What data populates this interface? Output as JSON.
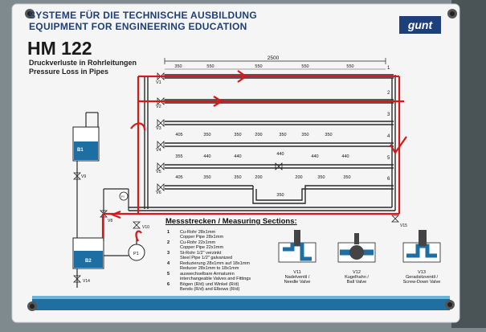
{
  "header": {
    "line1": "SYSTEME FÜR DIE TECHNISCHE AUSBILDUNG",
    "line2": "EQUIPMENT FOR ENGINEERING EDUCATION",
    "logo": "gunt"
  },
  "title": {
    "model": "HM 122",
    "subtitle_de": "Druckverluste in Rohrleitungen",
    "subtitle_en": "Pressure Loss in Pipes"
  },
  "dimensions": {
    "total": "2500",
    "row0": [
      "350",
      "550",
      "550",
      "550",
      "550"
    ],
    "row4": [
      "405",
      "350",
      "350",
      "200",
      "350",
      "350",
      "350"
    ],
    "row5": [
      "355",
      "440",
      "440",
      "440",
      "440",
      "440"
    ],
    "row6": [
      "405",
      "350",
      "350",
      "200",
      "200",
      "350",
      "350"
    ],
    "bend": "350"
  },
  "valves": {
    "row_labels": [
      "V1",
      "V2",
      "V3",
      "V4",
      "V5",
      "V6"
    ],
    "other": [
      "V8",
      "V9",
      "V10",
      "V14",
      "V15"
    ]
  },
  "pipe_numbers": [
    "1",
    "2",
    "3",
    "4",
    "5",
    "6"
  ],
  "tanks": {
    "upper": "B1",
    "lower": "B2"
  },
  "instruments": {
    "pump": "P1",
    "gauge": "FI"
  },
  "measuring": {
    "heading": "Messstrecken / Measuring Sections:",
    "items": [
      {
        "num": "1",
        "de": "Cu-Rohr 28x1mm",
        "en": "Copper Pipe 28x1mm"
      },
      {
        "num": "2",
        "de": "Cu-Rohr 22x1mm",
        "en": "Copper Pipe 22x1mm"
      },
      {
        "num": "3",
        "de": "St-Rohr 1/2\" verzinkt",
        "en": "Steel Pipe 1/2\" galvanized"
      },
      {
        "num": "4",
        "de": "Reduzierung 28x1mm auf 18x1mm",
        "en": "Reducer 28x1mm to 18x1mm"
      },
      {
        "num": "5",
        "de": "auswechselbare Armaturen",
        "en": "interchangeable Valves and Fittings"
      },
      {
        "num": "6",
        "de": "Bögen (R/d) und Winkel (R/d)",
        "en": "Bends (R/d) and Elbows (R/d)"
      }
    ]
  },
  "valve_types": [
    {
      "id": "V11",
      "de": "Nadelventil /",
      "en": "Needle Valve"
    },
    {
      "id": "V12",
      "de": "Kugelhahn /",
      "en": "Ball Valve"
    },
    {
      "id": "V13",
      "de": "Geradsitzventil /",
      "en": "Screw-Down Valve"
    }
  ],
  "colors": {
    "pipe": "#2a2a2a",
    "water": "#1d6fa3",
    "annotation": "#d9181b",
    "brand": "#1d3f7a",
    "panel": "#f4f5f4"
  }
}
